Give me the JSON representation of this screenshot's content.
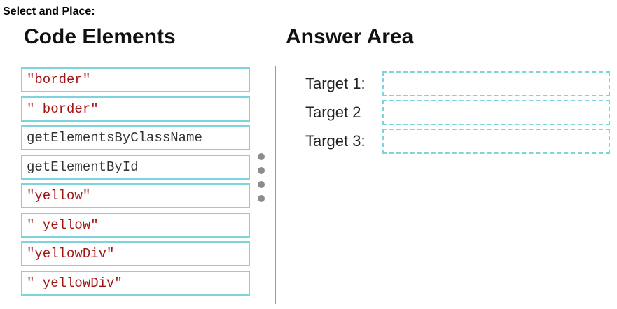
{
  "header": {
    "instruction": "Select and Place:"
  },
  "code_elements": {
    "title": "Code Elements",
    "items": [
      {
        "label": "\"border\"",
        "kind": "string"
      },
      {
        "label": "\" border\"",
        "kind": "string"
      },
      {
        "label": "getElementsByClassName",
        "kind": "method"
      },
      {
        "label": "getElementById",
        "kind": "method"
      },
      {
        "label": "\"yellow\"",
        "kind": "string"
      },
      {
        "label": "\" yellow\"",
        "kind": "string"
      },
      {
        "label": "\"yellowDiv\"",
        "kind": "string"
      },
      {
        "label": "\" yellowDiv\"",
        "kind": "string"
      }
    ]
  },
  "answer_area": {
    "title": "Answer Area",
    "targets": [
      {
        "label": "Target 1:"
      },
      {
        "label": "Target 2"
      },
      {
        "label": "Target 3:"
      }
    ]
  },
  "colors": {
    "box_border": "#7fd3dc",
    "string_text": "#a31515",
    "method_text": "#333333",
    "handle_dot": "#8c8c8c",
    "divider": "#9a9a9a"
  },
  "icons": {
    "handle": "drag-handle-icon"
  }
}
